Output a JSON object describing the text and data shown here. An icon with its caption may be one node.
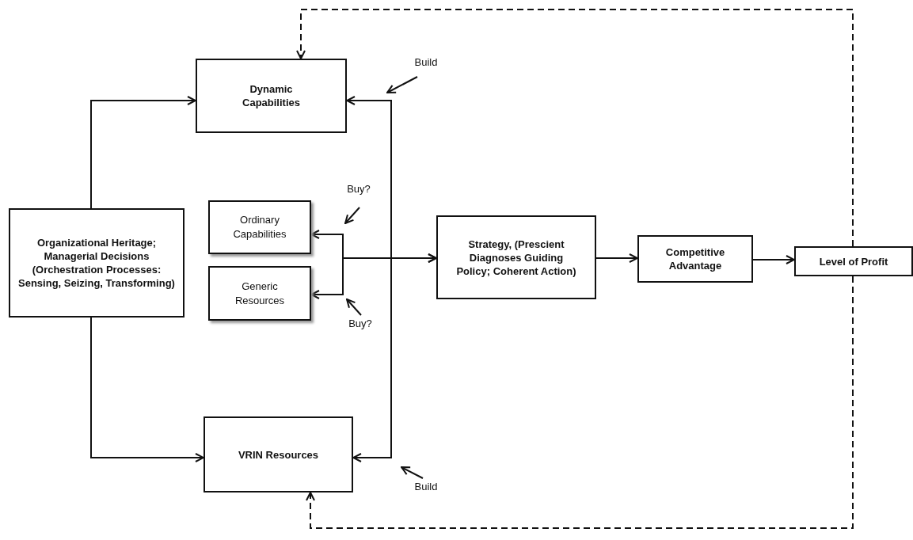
{
  "diagram": {
    "nodes": [
      {
        "text": [
          "Organizational Heritage; Managerial Decisions (Orchestration Processes: Sensing, Seizing, Transforming)"
        ]
      },
      {
        "text": [
          "Dynamic Capabilities"
        ]
      },
      {
        "text": [
          "Ordinary Capabilities"
        ]
      },
      {
        "text": [
          "Generic Resources"
        ]
      },
      {
        "text": [
          "VRIN Resources"
        ]
      },
      {
        "text": [
          "Strategy, (Prescient Diagnoses Guiding Policy; Coherent Action)"
        ]
      },
      {
        "text": [
          "Competitive Advantage"
        ]
      },
      {
        "text": [
          "Level of Profit"
        ]
      },
      {
        "text": [
          "Build"
        ]
      },
      {
        "text": [
          "Buy?"
        ]
      },
      {
        "text": [
          "Buy?"
        ]
      },
      {
        "text": [
          "Build"
        ]
      }
    ],
    "edges": [
      {
        "from": 0,
        "to": 1,
        "arrow": "to"
      },
      {
        "from": 0,
        "to": 4,
        "arrow": "to"
      },
      {
        "from": 5,
        "to": 1,
        "arrow": "to"
      },
      {
        "from": 5,
        "to": 4,
        "arrow": "to"
      },
      {
        "from": 5,
        "to": 2,
        "arrow": "both"
      },
      {
        "from": 5,
        "to": 3,
        "arrow": "both"
      },
      {
        "from": 5,
        "to": 6,
        "arrow": "to"
      },
      {
        "from": 6,
        "to": 7,
        "arrow": "to"
      },
      {
        "from": 7,
        "to": 1,
        "arrow": "to",
        "style": "dashed"
      },
      {
        "from": 7,
        "to": 4,
        "arrow": "to",
        "style": "dashed"
      },
      {
        "from": 8,
        "to": null,
        "arrow": "to"
      },
      {
        "from": 9,
        "to": null,
        "arrow": "to"
      },
      {
        "from": 10,
        "to": null,
        "arrow": "to"
      },
      {
        "from": 11,
        "to": null,
        "arrow": "to"
      }
    ]
  }
}
